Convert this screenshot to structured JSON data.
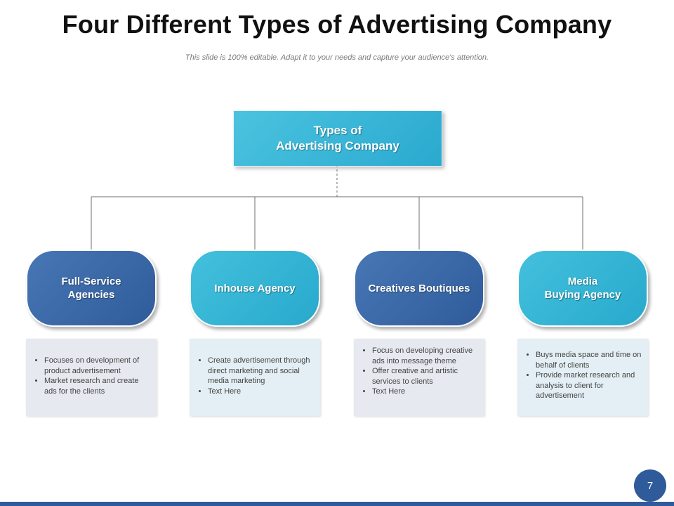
{
  "slide": {
    "title": "Four Different Types of Advertising Company",
    "subtitle": "This slide is 100% editable. Adapt it to your needs and capture your audience's attention.",
    "page_number": "7"
  },
  "root": {
    "label": "Types of\nAdvertising Company"
  },
  "branches": [
    {
      "label": "Full-Service\nAgencies",
      "points": [
        "Focuses on development of product advertisement",
        "Market research and create ads for the clients"
      ]
    },
    {
      "label": "Inhouse Agency",
      "points": [
        "Create advertisement through direct marketing and social media marketing",
        "Text Here"
      ]
    },
    {
      "label": "Creatives Boutiques",
      "points": [
        "Focus on developing creative ads into message theme",
        "Offer creative and artistic services to clients",
        "Text Here"
      ]
    },
    {
      "label": "Media\nBuying Agency",
      "points": [
        "Buys media space and time on behalf of clients",
        "Provide market research and analysis to client for advertisement"
      ]
    }
  ],
  "colors": {
    "dark_blue": "#2f5b9a",
    "light_blue": "#2aa9cf",
    "connector": "#6f6f6f"
  }
}
